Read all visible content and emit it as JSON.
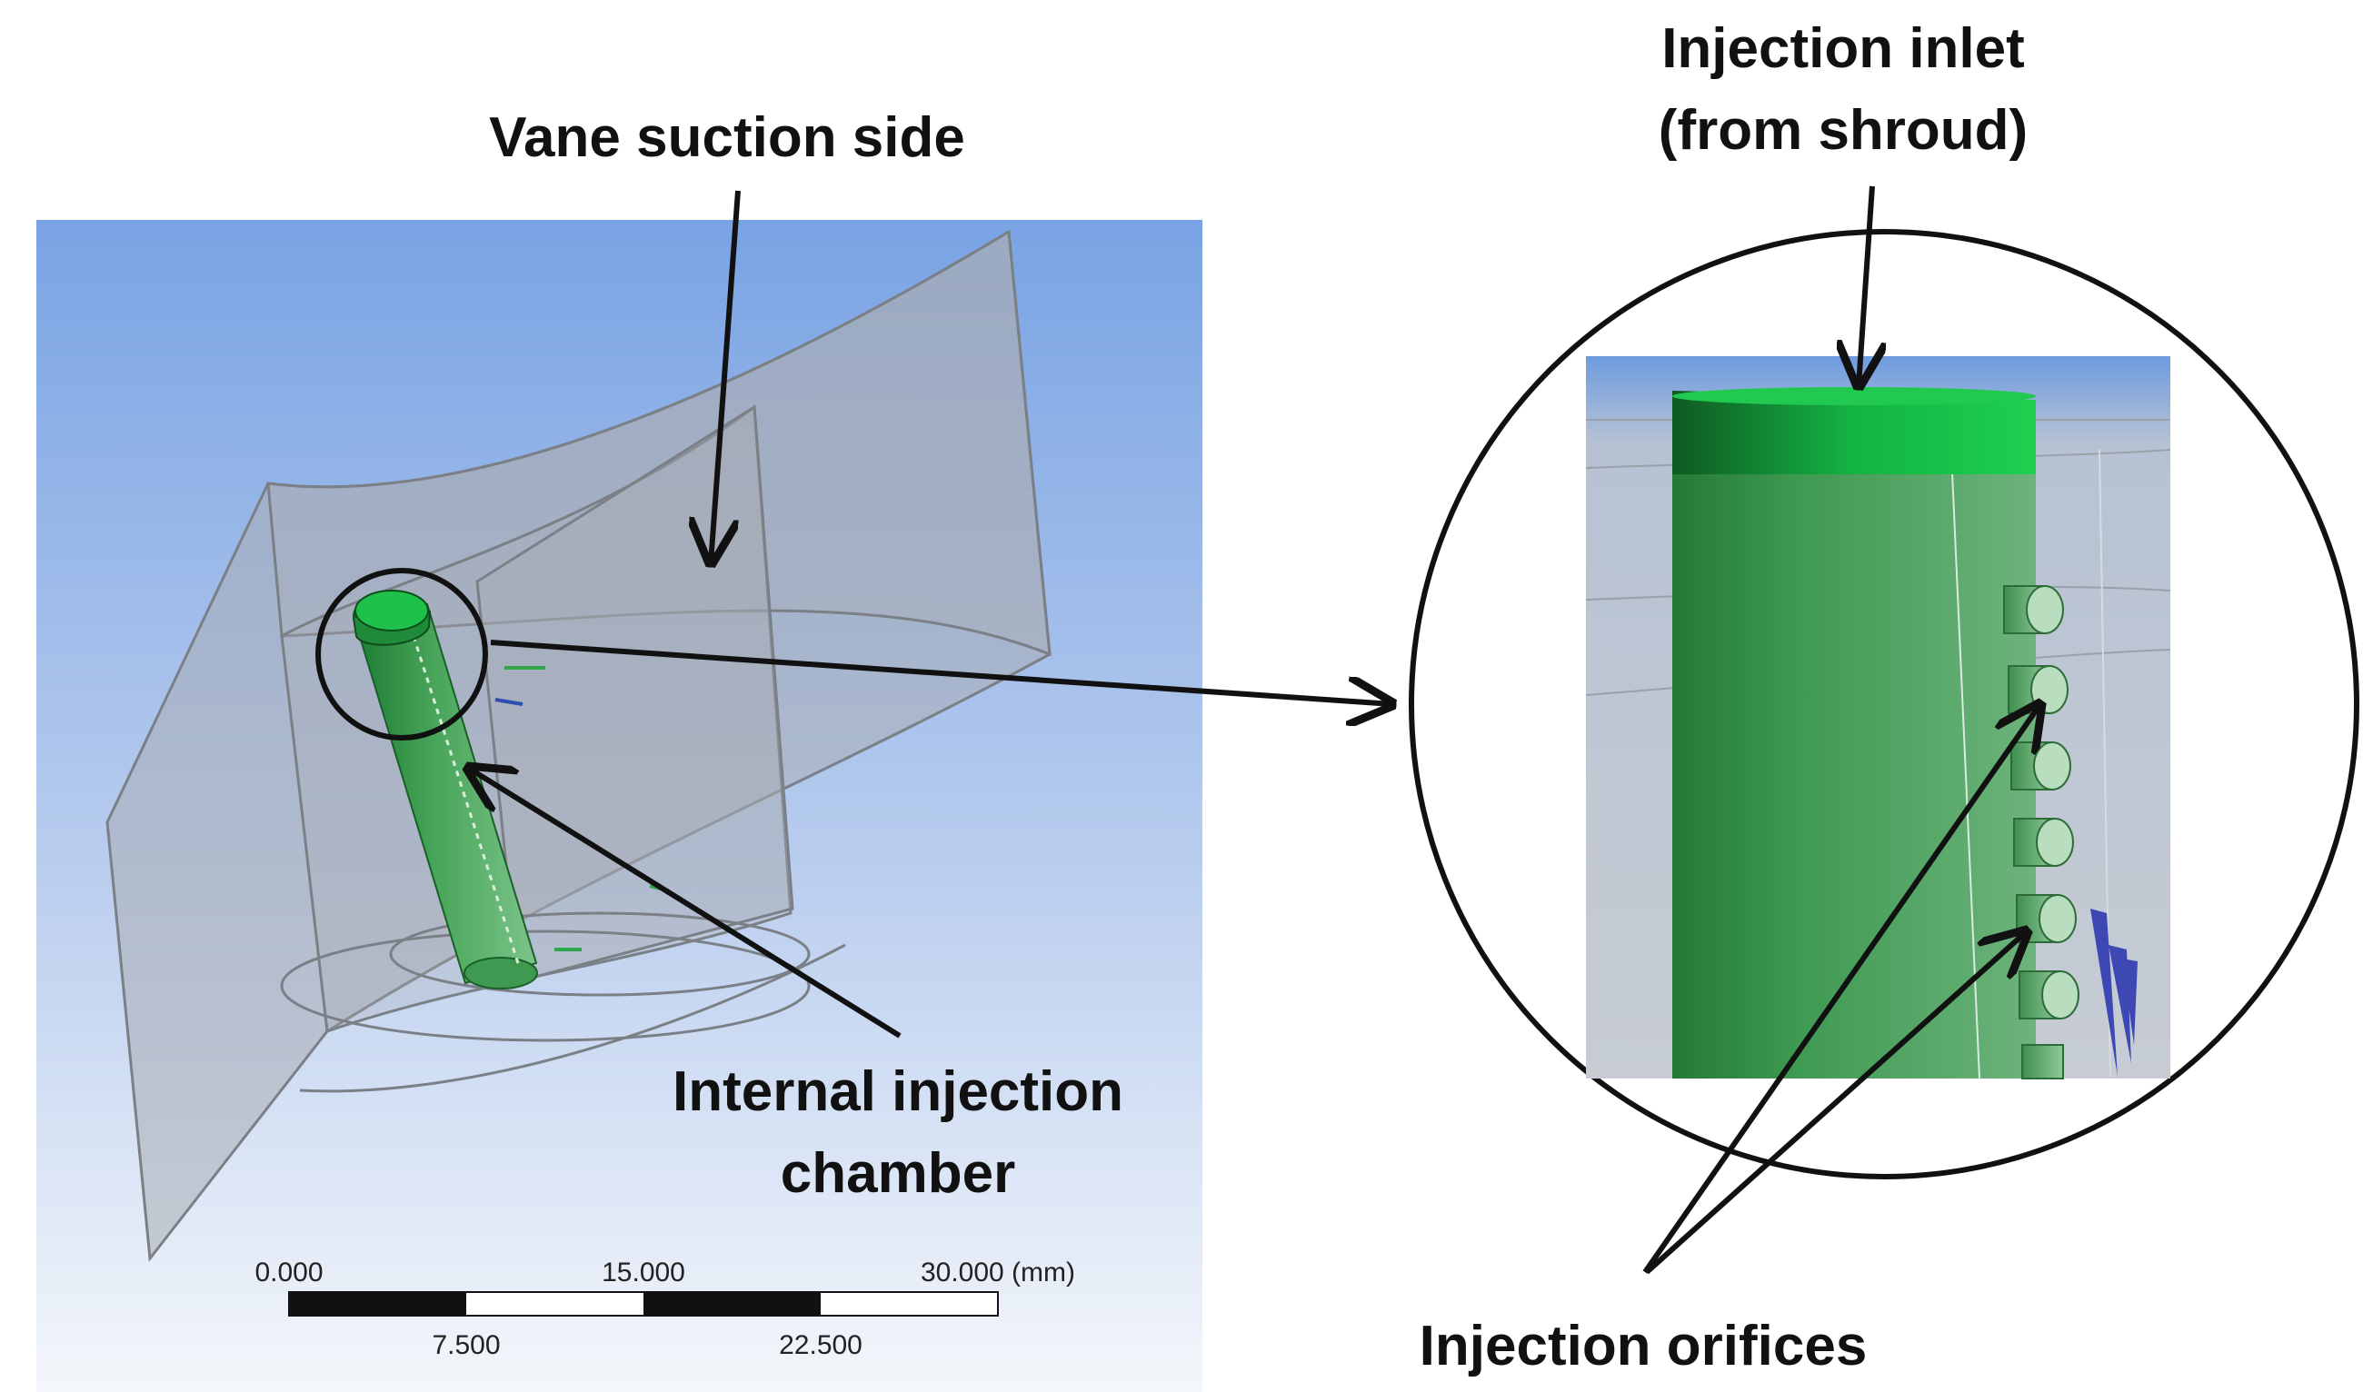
{
  "labels": {
    "vane_suction_side": "Vane suction side",
    "injection_inlet_line1": "Injection inlet",
    "injection_inlet_line2": "(from shroud)",
    "internal_chamber_line1": "Internal injection",
    "internal_chamber_line2": "chamber",
    "injection_orifices": "Injection orifices"
  },
  "scale_bar": {
    "top_ticks": [
      "0.000",
      "15.000",
      "30.000 (mm)"
    ],
    "bottom_ticks": [
      "7.500",
      "22.500"
    ]
  },
  "colors": {
    "viewport_top": "#7aa6e6",
    "viewport_bottom": "#f3f6fb",
    "geometry_gray": "#a9adb4",
    "chamber_green": "#39a64e",
    "inlet_green": "#1ec24b",
    "arrow": "#111111"
  }
}
